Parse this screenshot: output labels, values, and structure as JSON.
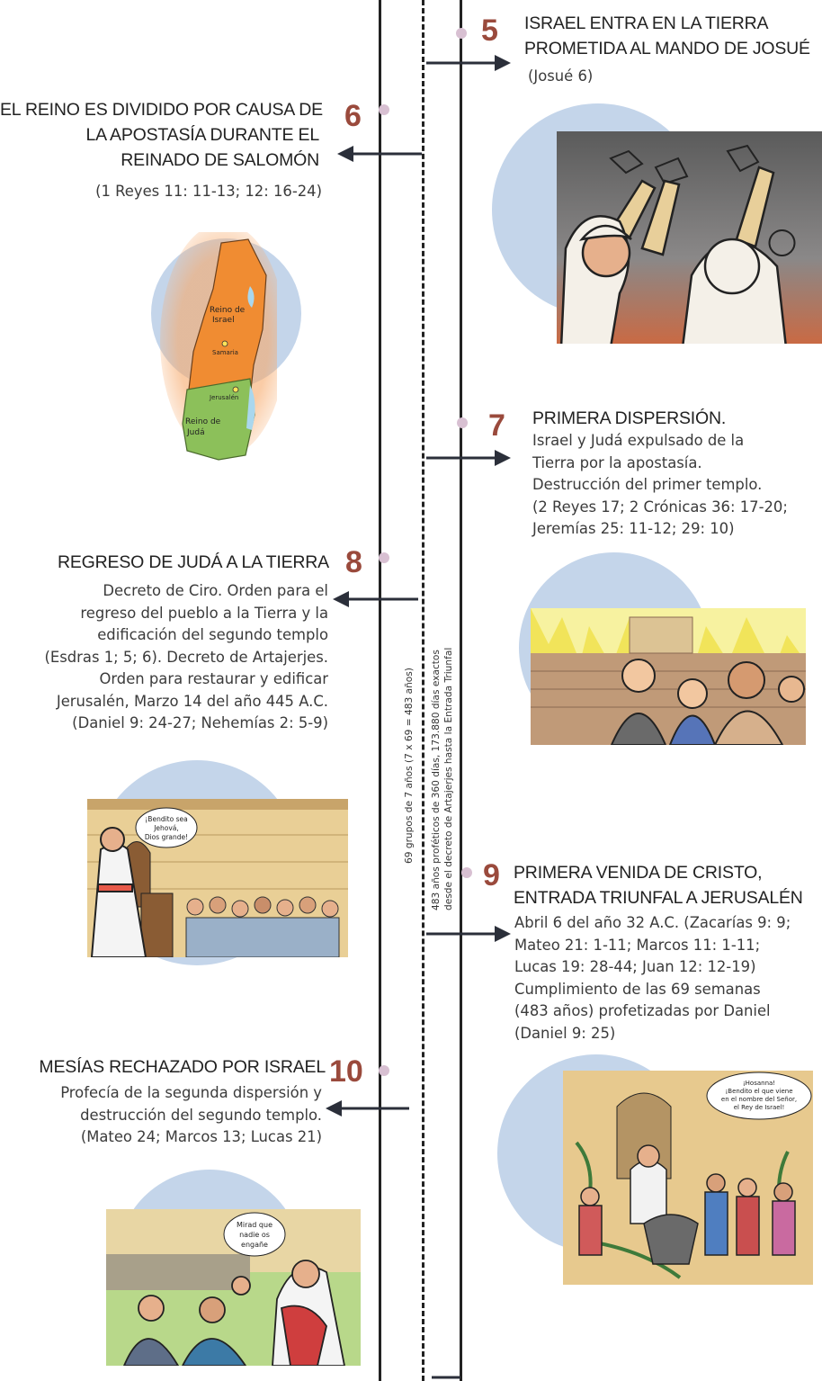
{
  "timeline": {
    "vertical_label": "69 grupos de 7 años (7 x 69 = 483 años)",
    "dashed_label_line1": "483 años proféticos de 360 días, 173.880 días exactos",
    "dashed_label_line2": "desde el decreto de Artajerjes hasta la Entrada Triunfal"
  },
  "events": {
    "e5": {
      "number": "5",
      "title": [
        "ISRAEL ENTRA EN LA TIERRA",
        "PROMETIDA AL MANDO DE JOSUÉ"
      ],
      "text": [
        "(Josué 6)"
      ]
    },
    "e6": {
      "number": "6",
      "title": [
        "EL REINO ES DIVIDIDO POR CAUSA DE",
        "LA APOSTASÍA DURANTE EL",
        "REINADO DE SALOMÓN"
      ],
      "text": [
        "(1 Reyes 11: 11-13; 12: 16-24)"
      ]
    },
    "e7": {
      "number": "7",
      "title": [
        "PRIMERA DISPERSIÓN."
      ],
      "text": [
        "Israel y Judá expulsado de la",
        "Tierra por la apostasía.",
        "Destrucción del primer templo.",
        "(2 Reyes 17; 2 Crónicas 36: 17-20;",
        "Jeremías 25: 11-12; 29: 10)"
      ]
    },
    "e8": {
      "number": "8",
      "title": [
        "REGRESO DE JUDÁ A LA TIERRA"
      ],
      "text": [
        "Decreto de Ciro. Orden para el",
        "regreso del pueblo a la Tierra y la",
        "edificación del segundo templo",
        "(Esdras 1; 5; 6). Decreto de Artajerjes.",
        "Orden para restaurar y edificar",
        "Jerusalén, Marzo 14 del año 445 A.C.",
        "(Daniel 9: 24-27; Nehemías 2: 5-9)"
      ]
    },
    "e9": {
      "number": "9",
      "title": [
        "PRIMERA VENIDA DE CRISTO,",
        "ENTRADA TRIUNFAL A JERUSALÉN"
      ],
      "text": [
        "Abril 6 del año 32 A.C. (Zacarías 9: 9;",
        "Mateo 21: 1-11; Marcos 11: 1-11;",
        "Lucas 19: 28-44; Juan 12: 12-19)",
        "Cumplimiento de las 69 semanas",
        "(483 años) profetizadas por Daniel",
        "(Daniel 9: 25)"
      ]
    },
    "e10": {
      "number": "10",
      "title": [
        "MESÍAS RECHAZADO POR ISRAEL"
      ],
      "text": [
        "Profecía de la segunda dispersión y",
        "destrucción del segundo templo.",
        "(Mateo 24; Marcos 13; Lucas 21)"
      ]
    }
  },
  "map": {
    "north_label_1": "Reino de",
    "north_label_2": "Israel",
    "city_1": "Samaria",
    "city_2": "Jerusalén",
    "south_label_1": "Reino de",
    "south_label_2": "Judá"
  },
  "bubbles": {
    "b8_1": "¡Bendito sea",
    "b8_2": "Jehová,",
    "b8_3": "Dios grande!",
    "b9_1": "¡Hosanna!",
    "b9_2": "¡Bendito el que viene",
    "b9_3": "en el nombre del Señor,",
    "b9_4": "el Rey de Israel!",
    "b10_1": "Mirad que",
    "b10_2": "nadie os",
    "b10_3": "engañe"
  },
  "colors": {
    "number": "#9a4a3c",
    "dot": "#d8c0d2",
    "circle": "#c4d5ea",
    "arrow": "#2b2f3a",
    "map_north": "#f08c32",
    "map_south": "#8cc05a"
  },
  "icons": [
    "arrow-right-icon",
    "arrow-left-icon"
  ]
}
